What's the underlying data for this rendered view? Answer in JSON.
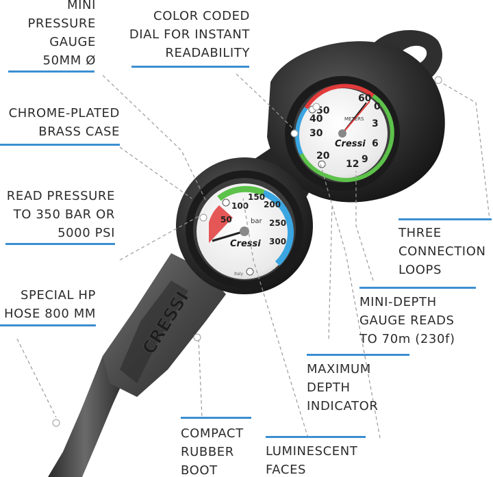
{
  "callouts": {
    "mini_pressure_gauge": [
      "MINI",
      "PRESSURE",
      "GAUGE",
      "50MM Ø"
    ],
    "color_coded_dial": [
      "COLOR CODED",
      "DIAL FOR INSTANT",
      "READABILITY"
    ],
    "chrome_plated_case": [
      "CHROME-PLATED",
      "BRASS CASE"
    ],
    "read_pressure": [
      "READ PRESSURE",
      "TO 350 BAR OR",
      "5000 PSI"
    ],
    "special_hp_hose": [
      "SPECIAL HP",
      "HOSE 800 MM"
    ],
    "three_connection_loops": [
      "THREE",
      "CONNECTION",
      "LOOPS"
    ],
    "mini_depth_gauge": [
      "MINI-DEPTH",
      "GAUGE READS",
      "TO 70m (230f)"
    ],
    "maximum_depth_indicator": [
      "MAXIMUM",
      "DEPTH",
      "INDICATOR"
    ],
    "compact_rubber_boot": [
      "COMPACT",
      "RUBBER",
      "BOOT"
    ],
    "luminescent_faces": [
      "LUMINESCENT",
      "FACES"
    ]
  },
  "depth_gauge": {
    "brand": "Cressi",
    "unit": "METERS",
    "scale": [
      "60",
      "50",
      "40",
      "30",
      "20",
      "12",
      "9",
      "6",
      "3",
      "0"
    ]
  },
  "pressure_gauge": {
    "brand": "Cressi",
    "unit": "bar",
    "scale": [
      "50",
      "100",
      "150",
      "200",
      "250",
      "300"
    ],
    "origin": "Italy"
  },
  "hose": {
    "brand": "CRESSI"
  },
  "colors": {
    "accent_line": "#3b8ed0",
    "label_text": "#2b2b2b",
    "leader_line": "#9a9a9a",
    "zone_red": "#e23b3b",
    "zone_green": "#5cc24a",
    "zone_blue": "#3aa5e0",
    "housing": "#3a3a3a"
  }
}
